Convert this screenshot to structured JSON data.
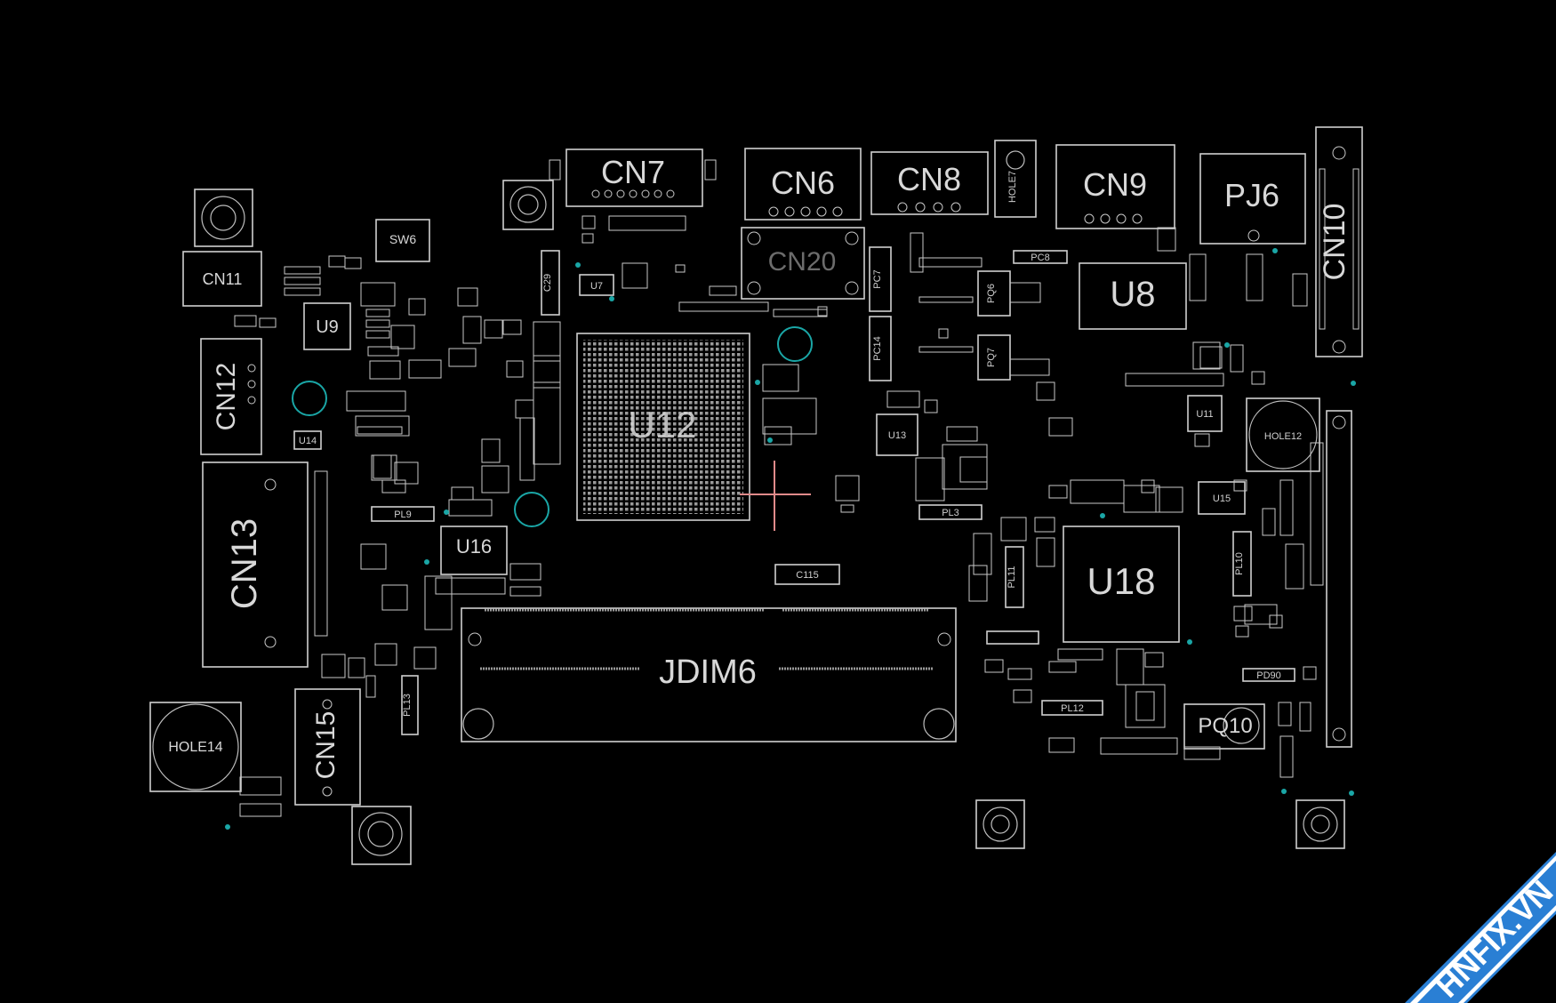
{
  "board": {
    "background": "#000000",
    "outline_color": "#cfcfcf",
    "marker_color": "#1aa6a6",
    "cursor_color": "#e08a8a"
  },
  "labels": {
    "cn7": "CN7",
    "cn6": "CN6",
    "cn8": "CN8",
    "cn9": "CN9",
    "pj6": "PJ6",
    "cn10": "CN10",
    "cn11": "CN11",
    "sw6": "SW6",
    "cn12": "CN12",
    "cn13": "CN13",
    "cn15": "CN15",
    "hole14": "HOLE14",
    "u12": "U12",
    "u16": "U16",
    "u18": "U18",
    "u8": "U8",
    "u9": "U9",
    "u7": "U7",
    "u13": "U13",
    "u11": "U11",
    "u15": "U15",
    "u14": "U14",
    "jdim6": "JDIM6",
    "cn20": "CN20",
    "pq10": "PQ10",
    "c115": "C115",
    "hole12": "HOLE12",
    "hole7": "HOLE7",
    "pl9": "PL9",
    "pl3": "PL3",
    "pl12": "PL12",
    "pc14": "PC14",
    "pc7": "PC7",
    "pc8": "PC8",
    "c29": "C29",
    "pq6": "PQ6",
    "pq7": "PQ7",
    "pl11": "PL11",
    "pl13": "PL13",
    "pl10": "PL10",
    "pd90": "PD90"
  },
  "watermark": {
    "text": "HNFIX.VN",
    "color": "#2a7fd4"
  }
}
